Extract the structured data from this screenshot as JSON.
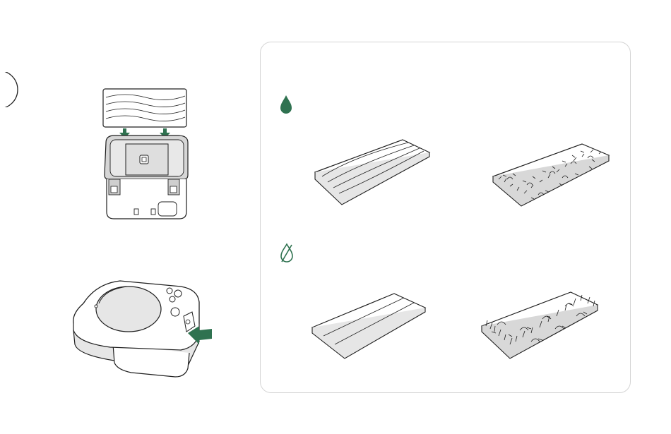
{
  "colors": {
    "accent": "#2f7250",
    "outline": "#1f1f1f",
    "panel_border": "#d4d4d4",
    "shade_light": "#e6e6e6",
    "shade_mid": "#cfcfcf"
  },
  "icons": {
    "step_marker": "circle-outline",
    "wet": "water-drop-filled",
    "dry": "water-drop-crossed"
  },
  "pad_groups": [
    {
      "mode": "wet",
      "icon": "water-drop-filled",
      "pads": [
        "disposable-pad",
        "washable-pad"
      ]
    },
    {
      "mode": "dry",
      "icon": "water-drop-crossed",
      "pads": [
        "disposable-pad",
        "washable-pad"
      ]
    }
  ]
}
